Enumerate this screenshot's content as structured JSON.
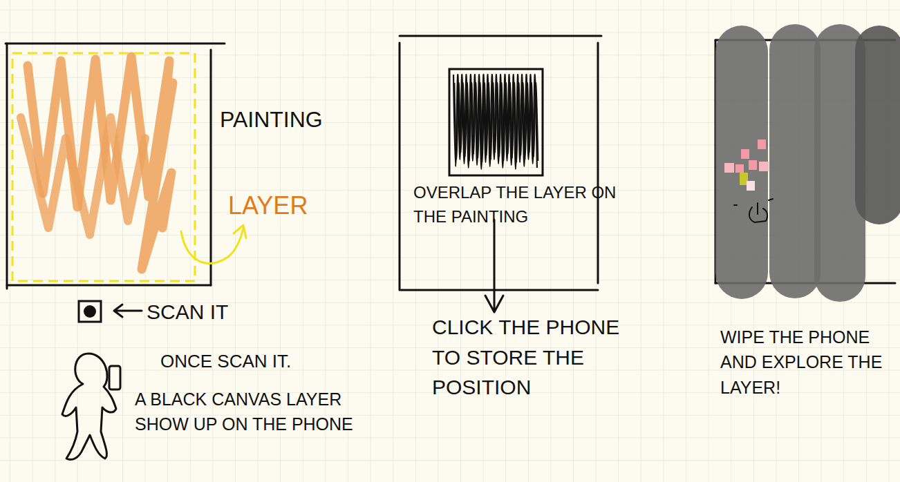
{
  "diagram": {
    "labels": [
      "PAINTING",
      "LAYER",
      "SCAN IT",
      "ONCE SCAN IT.",
      "A BLACK CANVAS LAYER SHOW UP ON THE PHONE",
      "OVERLAP THE LAYER ON THE PAINTING",
      "CLICK THE PHONE TO STORE THE POSITION",
      "WIPE THE PHONE AND EXPLORE THE LAYER!"
    ]
  }
}
